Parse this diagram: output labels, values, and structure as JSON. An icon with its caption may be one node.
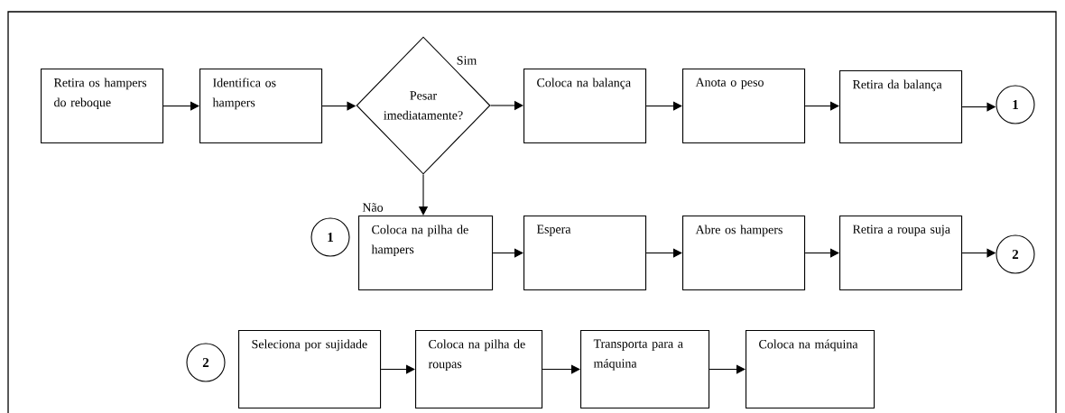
{
  "diagram": {
    "nodes": [
      {
        "text": [
          "Retira os hampers do reboque"
        ]
      },
      {
        "text": [
          "Identifica os hampers"
        ]
      },
      {
        "text": [
          "Pesar imediatamente?"
        ]
      },
      {
        "text": [
          "Coloca na balança"
        ]
      },
      {
        "text": [
          "Anota o peso"
        ]
      },
      {
        "text": [
          "Retira da balança"
        ]
      },
      {
        "text": [
          "1"
        ]
      },
      {
        "text": [
          "1"
        ]
      },
      {
        "text": [
          "Coloca na pilha de hampers"
        ]
      },
      {
        "text": [
          "Espera"
        ]
      },
      {
        "text": [
          "Abre os hampers"
        ]
      },
      {
        "text": [
          "Retira a roupa suja"
        ]
      },
      {
        "text": [
          "2"
        ]
      },
      {
        "text": [
          "2"
        ]
      },
      {
        "text": [
          "Seleciona por sujidade"
        ]
      },
      {
        "text": [
          "Coloca na pilha de roupas"
        ]
      },
      {
        "text": [
          "Transporta para a máquina"
        ]
      },
      {
        "text": [
          "Coloca na máquina"
        ]
      }
    ],
    "edges": [
      {
        "from": 0,
        "to": 1,
        "arrow": "to"
      },
      {
        "from": 1,
        "to": 2,
        "arrow": "to"
      },
      {
        "from": 2,
        "to": 3,
        "arrow": "to",
        "label": "Sim"
      },
      {
        "from": 2,
        "to": 8,
        "arrow": "to",
        "label": "Não"
      },
      {
        "from": 3,
        "to": 4,
        "arrow": "to"
      },
      {
        "from": 4,
        "to": 5,
        "arrow": "to"
      },
      {
        "from": 5,
        "to": 6,
        "arrow": "to"
      },
      {
        "from": 8,
        "to": 9,
        "arrow": "to"
      },
      {
        "from": 9,
        "to": 10,
        "arrow": "to"
      },
      {
        "from": 10,
        "to": 11,
        "arrow": "to"
      },
      {
        "from": 11,
        "to": 12,
        "arrow": "to"
      },
      {
        "from": 14,
        "to": 15,
        "arrow": "to"
      },
      {
        "from": 15,
        "to": 16,
        "arrow": "to"
      },
      {
        "from": 16,
        "to": 17,
        "arrow": "to"
      }
    ]
  }
}
